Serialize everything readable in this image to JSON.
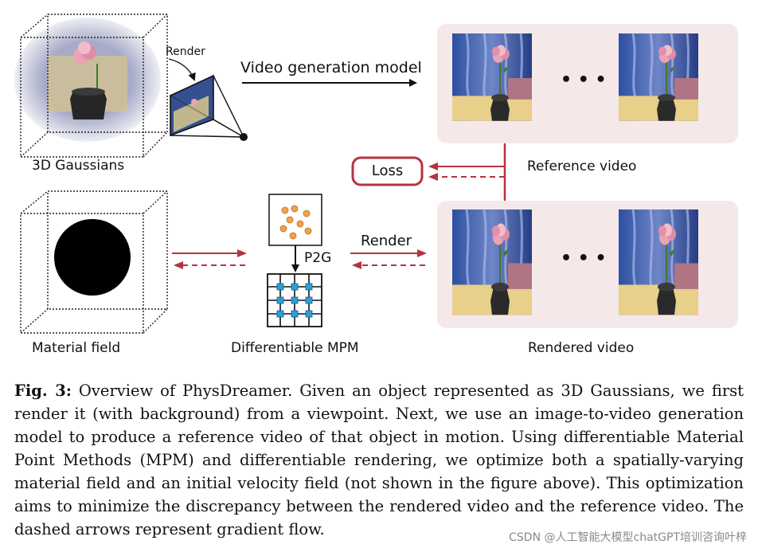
{
  "figure": {
    "render_top_label": "Render",
    "video_gen_label": "Video generation model",
    "gaussians_label": "3D Gaussians",
    "reference_video_label": "Reference video",
    "loss_label": "Loss",
    "render_mid_label": "Render",
    "p2g_label": "P2G",
    "material_field_label": "Material field",
    "mpm_label": "Differentiable MPM",
    "rendered_video_label": "Rendered video",
    "ellipsis": "• • •",
    "colors": {
      "accent": "#b5333f",
      "panel": "#f5e8e8",
      "particle": "#f0a24a",
      "node": "#2e9fd6"
    }
  },
  "caption": {
    "fig_label": "Fig. 3:",
    "text": " Overview of PhysDreamer. Given an object represented as 3D Gaussians, we first render it (with background) from a viewpoint. Next, we use an image-to-video generation model to produce a reference video of that object in motion. Using differentiable Material Point Methods (MPM) and differentiable rendering, we optimize both a spatially-varying material field and an initial velocity field (not shown in the figure above). This optimization aims to minimize the discrepancy between the rendered video and the reference video. The dashed arrows represent gradient flow."
  },
  "watermark": "CSDN @人工智能大模型chatGPT培训咨询叶梓"
}
